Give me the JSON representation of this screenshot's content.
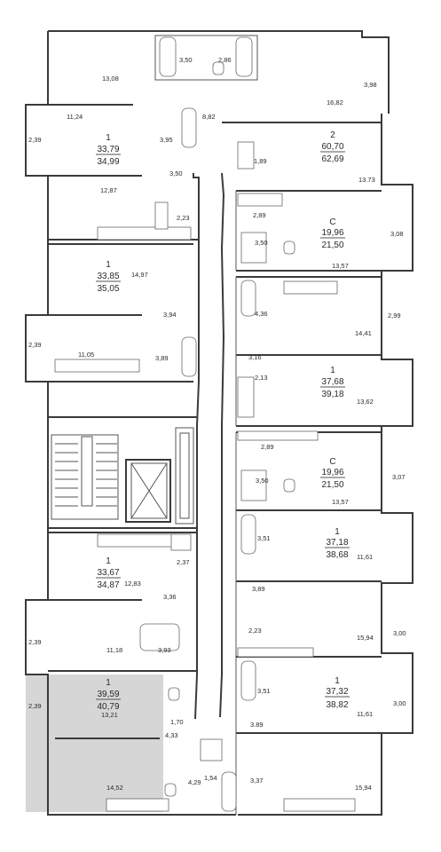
{
  "colors": {
    "wall": "#3a3a3a",
    "highlight": "#d6d6d6",
    "fixture": "#666666",
    "background": "#ffffff"
  },
  "room_areas": [
    {
      "id": "r1",
      "text": "13,08"
    },
    {
      "id": "r2",
      "text": "3,50"
    },
    {
      "id": "r3",
      "text": "2,86"
    },
    {
      "id": "r4",
      "text": "3,98"
    },
    {
      "id": "r5",
      "text": "16,82"
    },
    {
      "id": "r6",
      "text": "11,24"
    },
    {
      "id": "r7",
      "text": "8,82"
    },
    {
      "id": "r8",
      "text": "3,95"
    },
    {
      "id": "r9",
      "text": "2,39"
    },
    {
      "id": "r10",
      "text": "1,89"
    },
    {
      "id": "r11",
      "text": "13.73"
    },
    {
      "id": "r12",
      "text": "3,50"
    },
    {
      "id": "r13",
      "text": "12,87"
    },
    {
      "id": "r14",
      "text": "2,23"
    },
    {
      "id": "r15",
      "text": "2,89"
    },
    {
      "id": "r16",
      "text": "3,50"
    },
    {
      "id": "r17",
      "text": "3,08"
    },
    {
      "id": "r18",
      "text": "13,57"
    },
    {
      "id": "r19",
      "text": "14,97"
    },
    {
      "id": "r20",
      "text": "4,36"
    },
    {
      "id": "r21",
      "text": "2,99"
    },
    {
      "id": "r22",
      "text": "3,94"
    },
    {
      "id": "r23",
      "text": "14,41"
    },
    {
      "id": "r24",
      "text": "2,39"
    },
    {
      "id": "r25",
      "text": "11,05"
    },
    {
      "id": "r26",
      "text": "3,89"
    },
    {
      "id": "r27",
      "text": "3,16"
    },
    {
      "id": "r28",
      "text": "2,13"
    },
    {
      "id": "r29",
      "text": "13,62"
    },
    {
      "id": "r30",
      "text": "2,89"
    },
    {
      "id": "r31",
      "text": "3,50"
    },
    {
      "id": "r32",
      "text": "3,07"
    },
    {
      "id": "r33",
      "text": "13,57"
    },
    {
      "id": "r34",
      "text": "3,51"
    },
    {
      "id": "r35",
      "text": "11,61"
    },
    {
      "id": "r36",
      "text": "2,37"
    },
    {
      "id": "r37",
      "text": "12,83"
    },
    {
      "id": "r38",
      "text": "3,36"
    },
    {
      "id": "r39",
      "text": "3,89"
    },
    {
      "id": "r40",
      "text": "2,23"
    },
    {
      "id": "r41",
      "text": "15,94"
    },
    {
      "id": "r42",
      "text": "3,00"
    },
    {
      "id": "r43",
      "text": "2,39"
    },
    {
      "id": "r44",
      "text": "11,18"
    },
    {
      "id": "r45",
      "text": "3,93"
    },
    {
      "id": "r46",
      "text": "3,51"
    },
    {
      "id": "r47",
      "text": "11,61"
    },
    {
      "id": "r48",
      "text": "3,00"
    },
    {
      "id": "r49",
      "text": "2,39"
    },
    {
      "id": "r50",
      "text": "1,70"
    },
    {
      "id": "r51",
      "text": "13,21"
    },
    {
      "id": "r52",
      "text": "4,33"
    },
    {
      "id": "r53",
      "text": "3.89"
    },
    {
      "id": "r54",
      "text": "1,54"
    },
    {
      "id": "r55",
      "text": "14,52"
    },
    {
      "id": "r56",
      "text": "4,29"
    },
    {
      "id": "r57",
      "text": "3,37"
    },
    {
      "id": "r58",
      "text": "15,94"
    }
  ],
  "apartments": [
    {
      "rooms": "1",
      "living": "33,79",
      "total": "34,99"
    },
    {
      "rooms": "2",
      "living": "60,70",
      "total": "62,69"
    },
    {
      "rooms": "С",
      "living": "19,96",
      "total": "21,50"
    },
    {
      "rooms": "1",
      "living": "33,85",
      "total": "35,05"
    },
    {
      "rooms": "1",
      "living": "37,68",
      "total": "39,18"
    },
    {
      "rooms": "С",
      "living": "19,96",
      "total": "21,50"
    },
    {
      "rooms": "1",
      "living": "33,67",
      "total": "34,87"
    },
    {
      "rooms": "1",
      "living": "37,18",
      "total": "38,68"
    },
    {
      "rooms": "1",
      "living": "37,32",
      "total": "38,82"
    },
    {
      "rooms": "1",
      "living": "39,59",
      "total": "40,79"
    }
  ]
}
